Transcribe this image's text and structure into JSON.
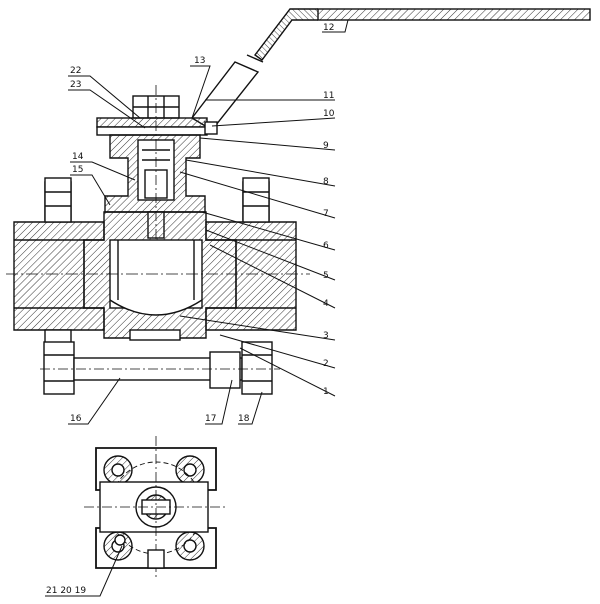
{
  "labels": {
    "l1": "1",
    "l2": "2",
    "l3": "3",
    "l4": "4",
    "l5": "5",
    "l6": "6",
    "l7": "7",
    "l8": "8",
    "l9": "9",
    "l10": "10",
    "l11": "11",
    "l12": "12",
    "l13": "13",
    "l14": "14",
    "l15": "15",
    "l16": "16",
    "l17": "17",
    "l18": "18",
    "l22": "22",
    "l23": "23",
    "l21_20_19": "21 20 19"
  },
  "colors": {
    "line": "#111111",
    "hatch": "#333333",
    "background": "#ffffff"
  }
}
